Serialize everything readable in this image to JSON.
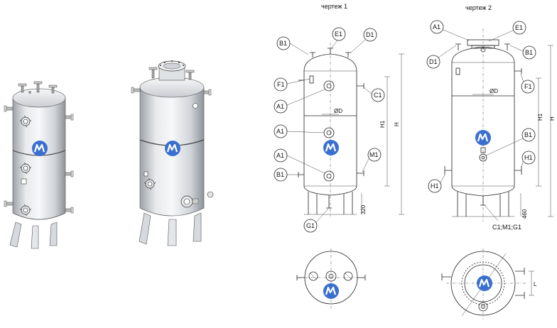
{
  "drawing1": {
    "title": "чертеж 1",
    "labels": {
      "b1_top": "B1",
      "e1": "E1",
      "d1": "D1",
      "f1": "F1",
      "a1_top": "A1",
      "c1": "C1",
      "a1_mid": "A1",
      "a1_low": "A1",
      "m1": "M1",
      "b1_low": "B1",
      "g1": "G1"
    },
    "dims": {
      "diameter": "ØD",
      "h1": "H1",
      "h": "H",
      "base": "320"
    }
  },
  "drawing2": {
    "title": "чертеж 2",
    "labels": {
      "a1": "A1",
      "e1": "E1",
      "d1": "D1",
      "b1_top": "B1",
      "f1": "F1",
      "b1_mid": "B1",
      "h1_right": "H1",
      "h1_left": "H1",
      "bottom": "C1;M1;G1"
    },
    "dims": {
      "diameter": "ØD",
      "h1": "H1",
      "h": "H",
      "base": "460",
      "l": "L"
    }
  },
  "colors": {
    "logo": "#3a6fd0",
    "steel_light": "#f2f3f5",
    "steel_mid": "#c9cdd2",
    "steel_dark": "#8e9399",
    "line": "#222222"
  }
}
